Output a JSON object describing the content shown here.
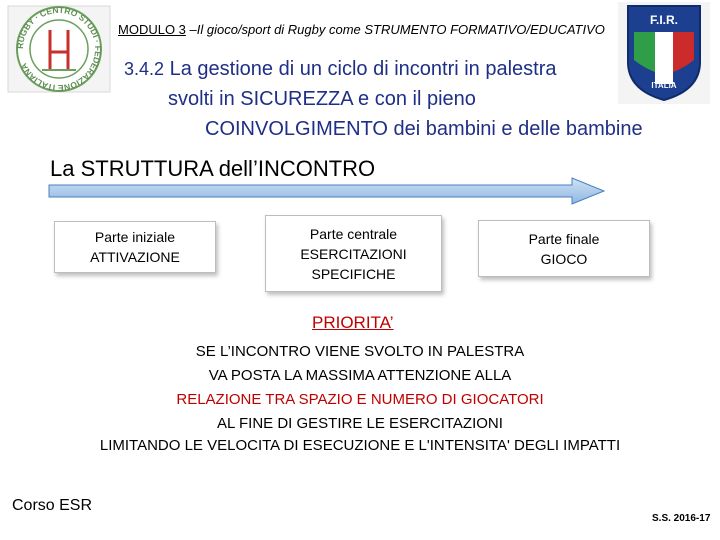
{
  "header": {
    "module_label": "MODULO 3",
    "module_rest": " –Il gioco/sport di Rugby come STRUMENTO FORMATIVO/EDUCATIVO",
    "title_number": "3.4.2",
    "title_line1": " La gestione di un ciclo di incontri in palestra",
    "title_line2": "svolti in SICUREZZA e con il pieno",
    "title_line3": "COINVOLGIMENTO dei bambini e delle bambine"
  },
  "logo_left": {
    "text": "RUGBY - CENTRO STUDI - FEDERAZIONE ITALIANA"
  },
  "logo_right": {
    "top_text": "F.I.R.",
    "bottom_text": "ITALIA"
  },
  "structure": {
    "heading": "La STRUTTURA dell’INCONTRO",
    "boxes": [
      {
        "line1": "Parte iniziale",
        "line2": "ATTIVAZIONE",
        "line3": ""
      },
      {
        "line1": "Parte centrale",
        "line2": "ESERCITAZIONI",
        "line3": "SPECIFICHE"
      },
      {
        "line1": "Parte finale",
        "line2": "GIOCO",
        "line3": ""
      }
    ]
  },
  "priority": {
    "title": "PRIORITA’",
    "lines": [
      "SE L’INCONTRO VIENE SVOLTO IN PALESTRA",
      "VA POSTA LA MASSIMA ATTENZIONE ALLA",
      "RELAZIONE TRA SPAZIO E NUMERO DI GIOCATORI",
      "AL FINE DI GESTIRE LE ESERCITAZIONI",
      "LIMITANDO LE VELOCITA DI ESECUZIONE E L'INTENSITA' DEGLI IMPATTI"
    ]
  },
  "footer": {
    "course": "Corso ESR",
    "code": "S.S. 2016-17"
  },
  "colors": {
    "title_blue": "#1f2f86",
    "accent_red": "#c00000",
    "arrow_blue": "#9fc3e8"
  }
}
